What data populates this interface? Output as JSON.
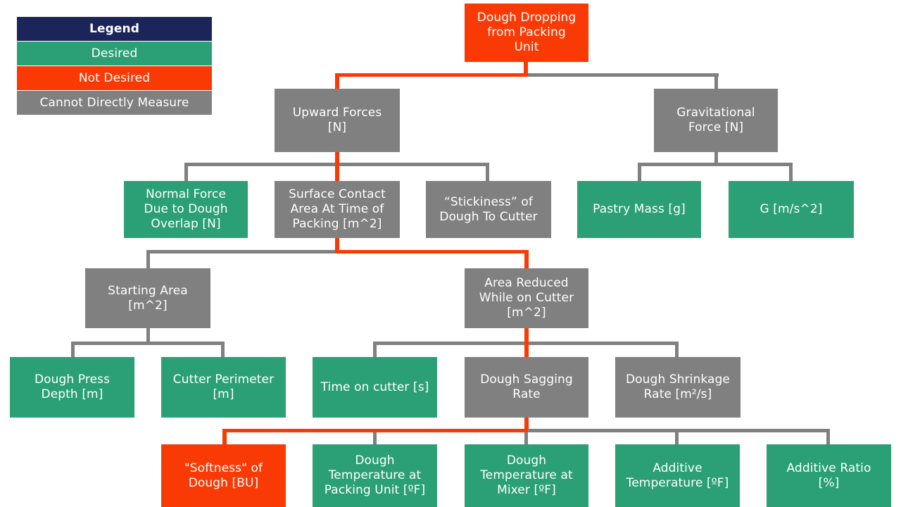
{
  "legend": {
    "title": "Legend",
    "items": [
      {
        "label": "Desired",
        "color": "#2BA077",
        "key": "desired"
      },
      {
        "label": "Not Desired",
        "color": "#FA3A05",
        "key": "not-desired"
      },
      {
        "label": "Cannot Directly Measure",
        "color": "#808080",
        "key": "cannot"
      }
    ]
  },
  "colors": {
    "desired": "#2BA077",
    "not_desired": "#FA3A05",
    "cannot_measure": "#808080",
    "legend_header": "#1B2559",
    "connector_gray": "#808080",
    "connector_red": "#FA3A05",
    "background": "#FFFFFF"
  },
  "nodes": {
    "top_event": "Dough Dropping\nfrom Packing\nUnit",
    "upward_forces": "Upward Forces\n[N]",
    "gravitational_force": "Gravitational\nForce [N]",
    "normal_force": "Normal Force\nDue to Dough\nOverlap [N]",
    "surface_contact_area": "Surface Contact\nArea At Time of\nPacking [m^2]",
    "stickiness": "“Stickiness” of\nDough To Cutter",
    "pastry_mass": "Pastry Mass [g]",
    "gravity_constant": "G [m/s^2]",
    "starting_area": "Starting Area\n[m^2]",
    "area_reduced": "Area Reduced\nWhile on Cutter\n[m^2]",
    "dough_press_depth": "Dough Press\nDepth [m]",
    "cutter_perimeter": "Cutter Perimeter\n[m]",
    "time_on_cutter": "Time on cutter [s]",
    "dough_sagging_rate": "Dough Sagging\nRate",
    "dough_shrinkage_rate": "Dough Shrinkage\nRate [m²/s]",
    "softness_of_dough": "\"Softness\" of\nDough [BU]",
    "dough_temp_packing": "Dough\nTemperature at\nPacking Unit [ºF]",
    "dough_temp_mixer": "Dough\nTemperature at\nMixer [ºF]",
    "additive_temperature": "Additive\nTemperature [ºF]",
    "additive_ratio": "Additive Ratio\n[%]"
  },
  "node_categories": {
    "top_event": "not_desired",
    "upward_forces": "cannot_measure",
    "gravitational_force": "cannot_measure",
    "normal_force": "desired",
    "surface_contact_area": "cannot_measure",
    "stickiness": "cannot_measure",
    "pastry_mass": "desired",
    "gravity_constant": "desired",
    "starting_area": "cannot_measure",
    "area_reduced": "cannot_measure",
    "dough_press_depth": "desired",
    "cutter_perimeter": "desired",
    "time_on_cutter": "desired",
    "dough_sagging_rate": "cannot_measure",
    "dough_shrinkage_rate": "cannot_measure",
    "softness_of_dough": "not_desired",
    "dough_temp_packing": "desired",
    "dough_temp_mixer": "desired",
    "additive_temperature": "desired",
    "additive_ratio": "desired"
  },
  "critical_path": [
    "top_event",
    "upward_forces",
    "surface_contact_area",
    "area_reduced",
    "dough_sagging_rate",
    "softness_of_dough"
  ]
}
